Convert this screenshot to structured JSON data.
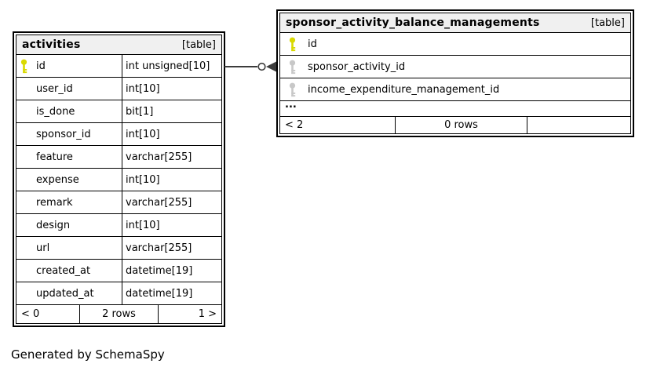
{
  "colors": {
    "canvas_bg": "#ffffff",
    "border": "#000000",
    "header_bg": "#f0f0f0",
    "edge": "#3c3c3c",
    "pk_key": "#d9d900",
    "fk_key": "#c8c8c8"
  },
  "note": "Generated by SchemaSpy",
  "tables": {
    "activities": {
      "title": "activities",
      "tag": "[table]",
      "columns": [
        {
          "name": "id",
          "type": "int unsigned[10]",
          "key": "primary"
        },
        {
          "name": "user_id",
          "type": "int[10]",
          "key": ""
        },
        {
          "name": "is_done",
          "type": "bit[1]",
          "key": ""
        },
        {
          "name": "sponsor_id",
          "type": "int[10]",
          "key": ""
        },
        {
          "name": "feature",
          "type": "varchar[255]",
          "key": ""
        },
        {
          "name": "expense",
          "type": "int[10]",
          "key": ""
        },
        {
          "name": "remark",
          "type": "varchar[255]",
          "key": ""
        },
        {
          "name": "design",
          "type": "int[10]",
          "key": ""
        },
        {
          "name": "url",
          "type": "varchar[255]",
          "key": ""
        },
        {
          "name": "created_at",
          "type": "datetime[19]",
          "key": ""
        },
        {
          "name": "updated_at",
          "type": "datetime[19]",
          "key": ""
        }
      ],
      "footer": {
        "left": "< 0",
        "center": "2 rows",
        "right": "1 >"
      }
    },
    "sponsor_activity_balance_managements": {
      "title": "sponsor_activity_balance_managements",
      "tag": "[table]",
      "columns": [
        {
          "name": "id",
          "key": "primary"
        },
        {
          "name": "sponsor_activity_id",
          "key": "foreign"
        },
        {
          "name": "income_expenditure_management_id",
          "key": "foreign"
        }
      ],
      "more_columns_indicator": "...",
      "footer": {
        "left": "< 2",
        "center": "0 rows",
        "right": ""
      }
    }
  }
}
